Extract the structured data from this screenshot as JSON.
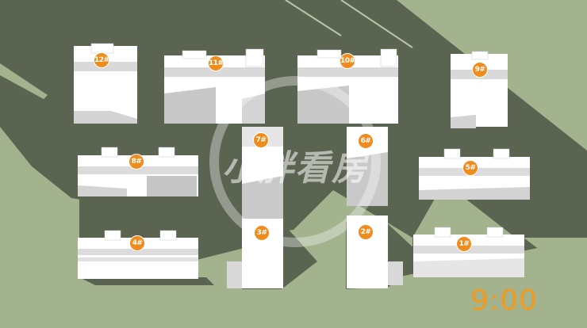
{
  "colors": {
    "ground": "#a3b38e",
    "shadow": "#5b6451",
    "building_top": "#ffffff",
    "building_side": "#cfcfcf",
    "label_fill": "#f08c1e",
    "time_color": "#f39a1c"
  },
  "buildings": [
    {
      "id": "b12",
      "label": "12#"
    },
    {
      "id": "b11",
      "label": "11#"
    },
    {
      "id": "b10",
      "label": "10#"
    },
    {
      "id": "b9",
      "label": "9#"
    },
    {
      "id": "b8",
      "label": "8#"
    },
    {
      "id": "b7",
      "label": "7#"
    },
    {
      "id": "b6",
      "label": "6#"
    },
    {
      "id": "b5",
      "label": "5#"
    },
    {
      "id": "b4",
      "label": "4#"
    },
    {
      "id": "b3",
      "label": "3#"
    },
    {
      "id": "b2",
      "label": "2#"
    },
    {
      "id": "b1",
      "label": "1#"
    }
  ],
  "watermark": {
    "text": "小胖看房"
  },
  "time": "9:00"
}
